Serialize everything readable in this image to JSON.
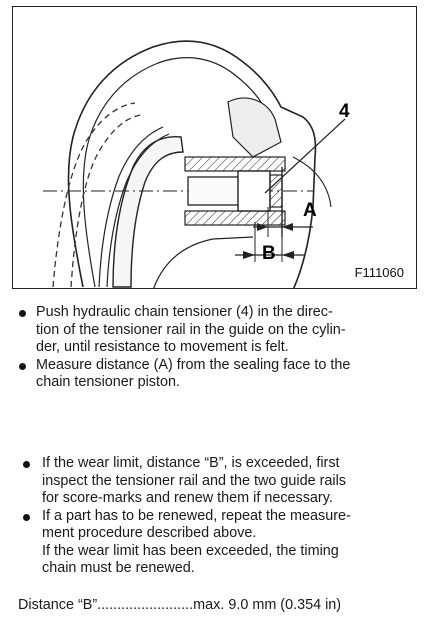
{
  "figure": {
    "callout_part": "4",
    "callout_a": "A",
    "callout_b": "B",
    "figure_id": "F111060"
  },
  "instructions": {
    "group1": [
      {
        "lines": [
          "Push hydraulic chain tensioner (4) in the direc-",
          "tion of the tensioner rail in the guide on the cylin-",
          "der, until resistance to movement is felt."
        ]
      },
      {
        "lines": [
          "Measure distance (A) from the sealing face to the",
          "chain tensioner piston."
        ]
      }
    ],
    "group2": [
      {
        "lines": [
          "If the wear limit, distance “B”, is exceeded, first",
          "inspect the tensioner rail and the two guide rails",
          "for score-marks and renew them if necessary."
        ]
      },
      {
        "lines": [
          "If a part has to be renewed, repeat the measure-",
          "ment procedure described above.",
          "If the wear limit has been exceeded, the timing",
          "chain must be renewed."
        ]
      }
    ]
  },
  "spec": {
    "label": "Distance “B”",
    "leader": "........................",
    "value": "max. 9.0 mm (0.354 in)"
  }
}
